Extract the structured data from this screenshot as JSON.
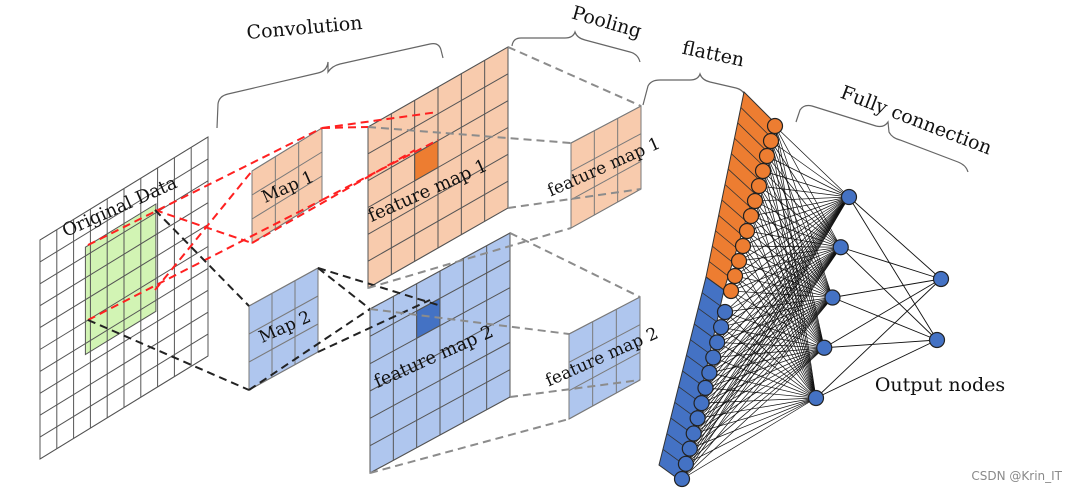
{
  "labels": {
    "convolution": "Convolution",
    "pooling": "Pooling",
    "flatten": "flatten",
    "fully_connection": "Fully connection",
    "original_data": "Original Data",
    "map1": "Map 1",
    "map2": "Map 2",
    "feature_map_1": "feature map 1",
    "feature_map_2": "feature map 2",
    "pool_map_1": "feature map 1",
    "pool_map_2": "feature map 2",
    "output_nodes": "Output nodes"
  },
  "watermark": "CSDN @Krin_IT",
  "colors": {
    "orange_fill": "#F8CBAD",
    "orange_dark": "#ED7D31",
    "blue_fill": "#AFC6EE",
    "blue_dark": "#4472C4",
    "green_fill": "#D2F4B4",
    "red_dash": "#FF2020",
    "grid_line": "#555555"
  },
  "structure": {
    "original_grid": 10,
    "conv_map_grid": 3,
    "feature_map_grid": 6,
    "pool_map_grid": 3,
    "flatten_nodes_orange": 12,
    "flatten_nodes_blue": 12,
    "hidden_nodes": 5,
    "output_node_count": 2
  }
}
